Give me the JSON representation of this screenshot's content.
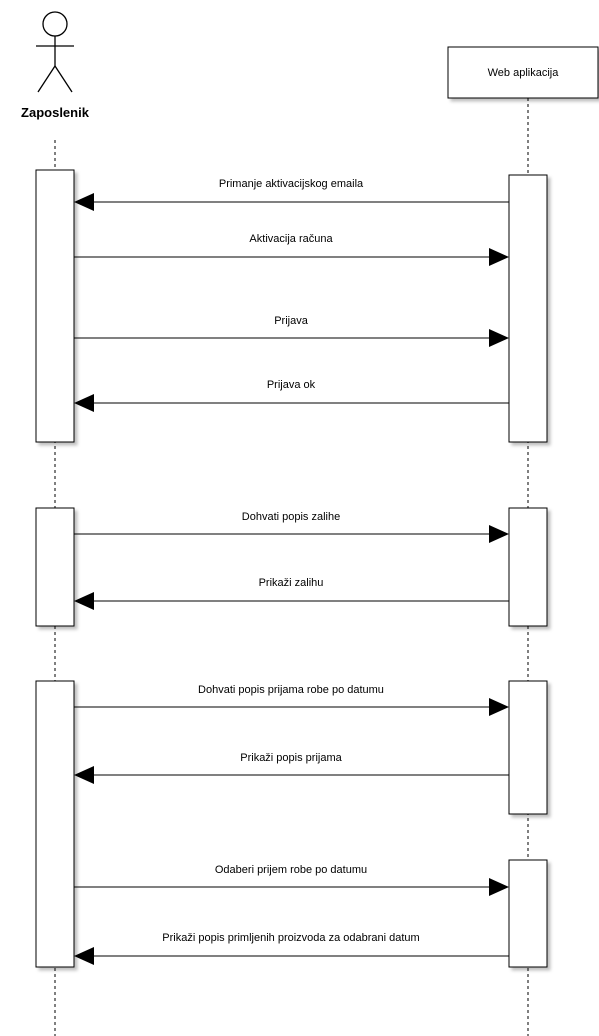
{
  "actor": {
    "name": "Zaposlenik"
  },
  "participant": {
    "name": "Web aplikacija"
  },
  "messages": [
    {
      "label": "Primanje aktivacijskog emaila",
      "direction": "to-actor"
    },
    {
      "label": "Aktivacija računa",
      "direction": "to-participant"
    },
    {
      "label": "Prijava",
      "direction": "to-participant"
    },
    {
      "label": "Prijava ok",
      "direction": "to-actor"
    },
    {
      "label": "Dohvati popis zalihe",
      "direction": "to-participant"
    },
    {
      "label": "Prikaži zalihu",
      "direction": "to-actor"
    },
    {
      "label": "Dohvati popis prijama robe po datumu",
      "direction": "to-participant"
    },
    {
      "label": "Prikaži popis prijama",
      "direction": "to-actor"
    },
    {
      "label": "Odaberi prijem robe po datumu",
      "direction": "to-participant"
    },
    {
      "label": "Prikaži popis primljenih proizvoda za odabrani datum",
      "direction": "to-actor"
    }
  ],
  "colors": {
    "line": "#000000",
    "box_fill": "#ffffff",
    "shadow": "#c8c8c8"
  }
}
